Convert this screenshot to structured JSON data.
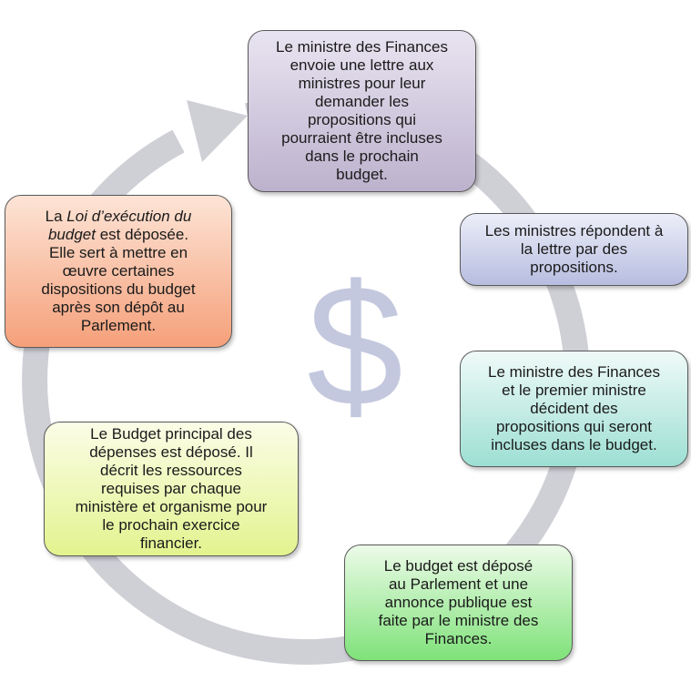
{
  "diagram": {
    "symbol": "$",
    "colors": {
      "cycle_arrow": "#cfcfd6",
      "dollar": "#c3c8de"
    },
    "steps": [
      {
        "lines": [
          "Le ministre des Finances",
          "envoie une lettre aux",
          "ministres pour leur",
          "demander les",
          "propositions qui",
          "pourraient être incluses",
          "dans le prochain",
          "budget."
        ],
        "color": "#bcb2cd"
      },
      {
        "lines": [
          "Les ministres répondent à",
          "la lettre par des",
          "propositions."
        ],
        "color": "#b7bde0"
      },
      {
        "lines": [
          "Le ministre des Finances",
          "et le premier ministre",
          "décident des",
          "propositions qui seront",
          "incluses dans le budget."
        ],
        "color": "#9ddfd3"
      },
      {
        "lines": [
          "Le budget est déposé",
          "au Parlement et une",
          "annonce publique est",
          "faite par le ministre des",
          "Finances."
        ],
        "color": "#7fe27a"
      },
      {
        "lines": [
          "Le Budget principal des",
          "dépenses est déposé. Il",
          "décrit les ressources",
          "requises par chaque",
          "ministère et organisme pour",
          "le prochain exercice",
          "financier."
        ],
        "color": "#e3f38f"
      },
      {
        "lines": [
          "La",
          "Loi d’exécution du",
          "budget",
          "est déposée.",
          "Elle sert à mettre en",
          "œuvre certaines",
          "dispositions du budget",
          "après son dépôt au",
          "Parlement."
        ],
        "color": "#f5a07a"
      }
    ]
  }
}
